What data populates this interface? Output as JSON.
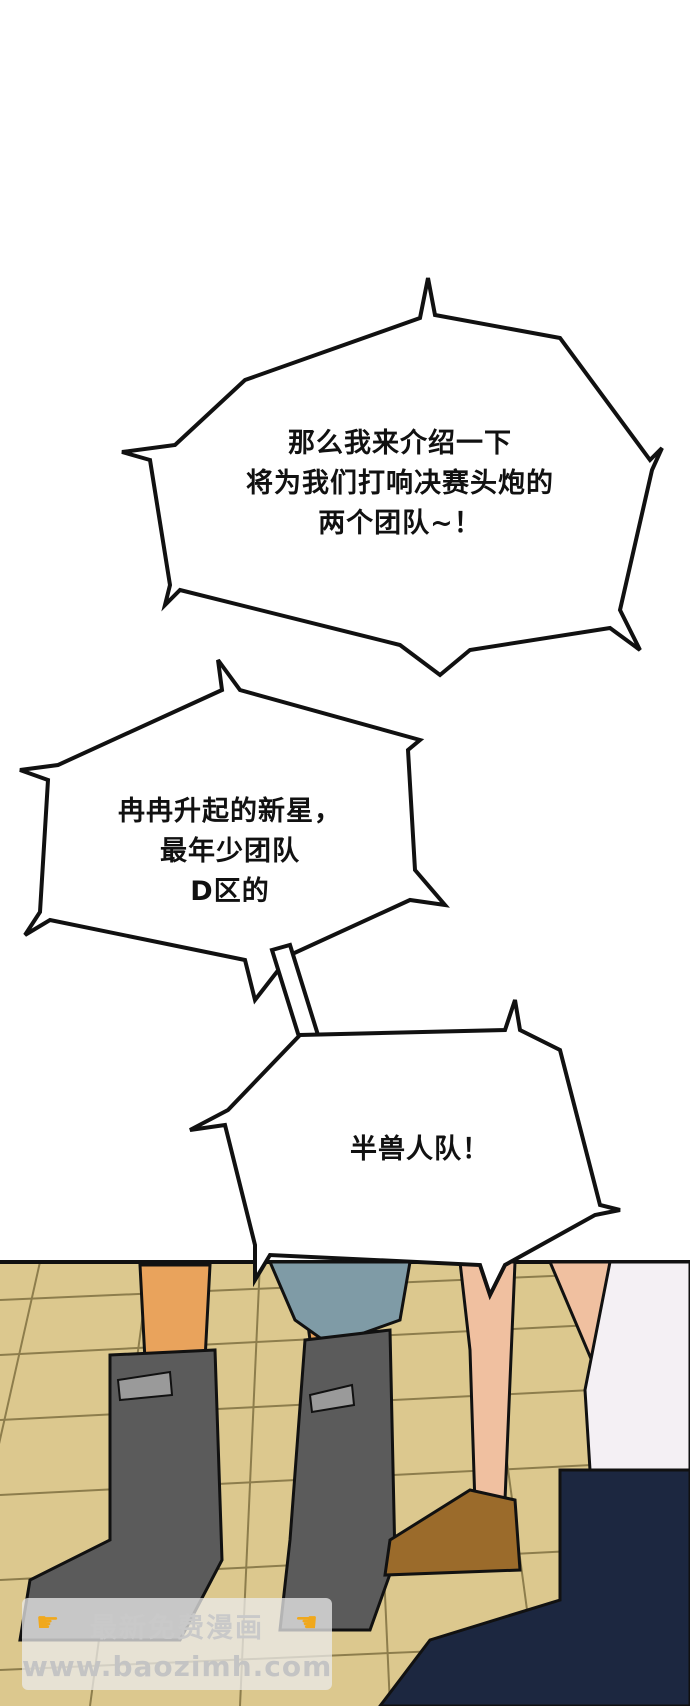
{
  "bubbles": [
    {
      "lines": [
        "那么我来介绍一下",
        "将为我们打响决赛头炮的",
        "两个团队~！"
      ]
    },
    {
      "lines": [
        "冉冉升起的新星，",
        "最年少团队",
        "D区的"
      ]
    },
    {
      "lines": [
        "半兽人队！"
      ]
    }
  ],
  "watermark": {
    "line1": "最新免费漫画",
    "line2": "www.baozimh.com"
  },
  "colors": {
    "floor_tile": "#d9c48a",
    "floor_line": "#8a7a4a",
    "boot": "#5a5a5a",
    "skin": "#e8a25a",
    "shorts": "#7e9aa5",
    "shoe": "#9a6a2a"
  }
}
